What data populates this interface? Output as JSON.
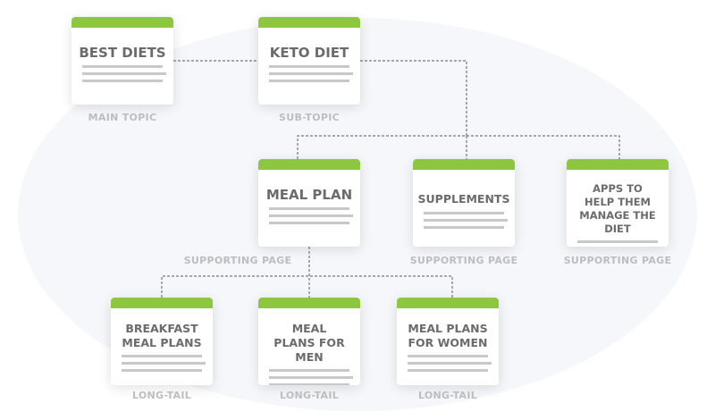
{
  "accent_color": "#8dc63f",
  "nodes": {
    "best_diets": {
      "title": "BEST DIETS",
      "label": "MAIN TOPIC"
    },
    "keto_diet": {
      "title": "KETO DIET",
      "label": "SUB-TOPIC"
    },
    "meal_plan": {
      "title": "MEAL PLAN",
      "label": "SUPPORTING PAGE"
    },
    "supplements": {
      "title": "SUPPLEMENTS",
      "label": "SUPPORTING PAGE"
    },
    "apps": {
      "title": "APPS TO HELP THEM MANAGE THE DIET",
      "label": "SUPPORTING PAGE"
    },
    "breakfast": {
      "title": "BREAKFAST MEAL PLANS",
      "label": "LONG-TAIL"
    },
    "men": {
      "title": "MEAL PLANS FOR MEN",
      "label": "LONG-TAIL"
    },
    "women": {
      "title": "MEAL PLANS FOR WOMEN",
      "label": "LONG-TAIL"
    }
  },
  "edges": [
    [
      "best_diets",
      "keto_diet"
    ],
    [
      "keto_diet",
      "meal_plan"
    ],
    [
      "keto_diet",
      "supplements"
    ],
    [
      "keto_diet",
      "apps"
    ],
    [
      "meal_plan",
      "breakfast"
    ],
    [
      "meal_plan",
      "men"
    ],
    [
      "meal_plan",
      "women"
    ]
  ]
}
